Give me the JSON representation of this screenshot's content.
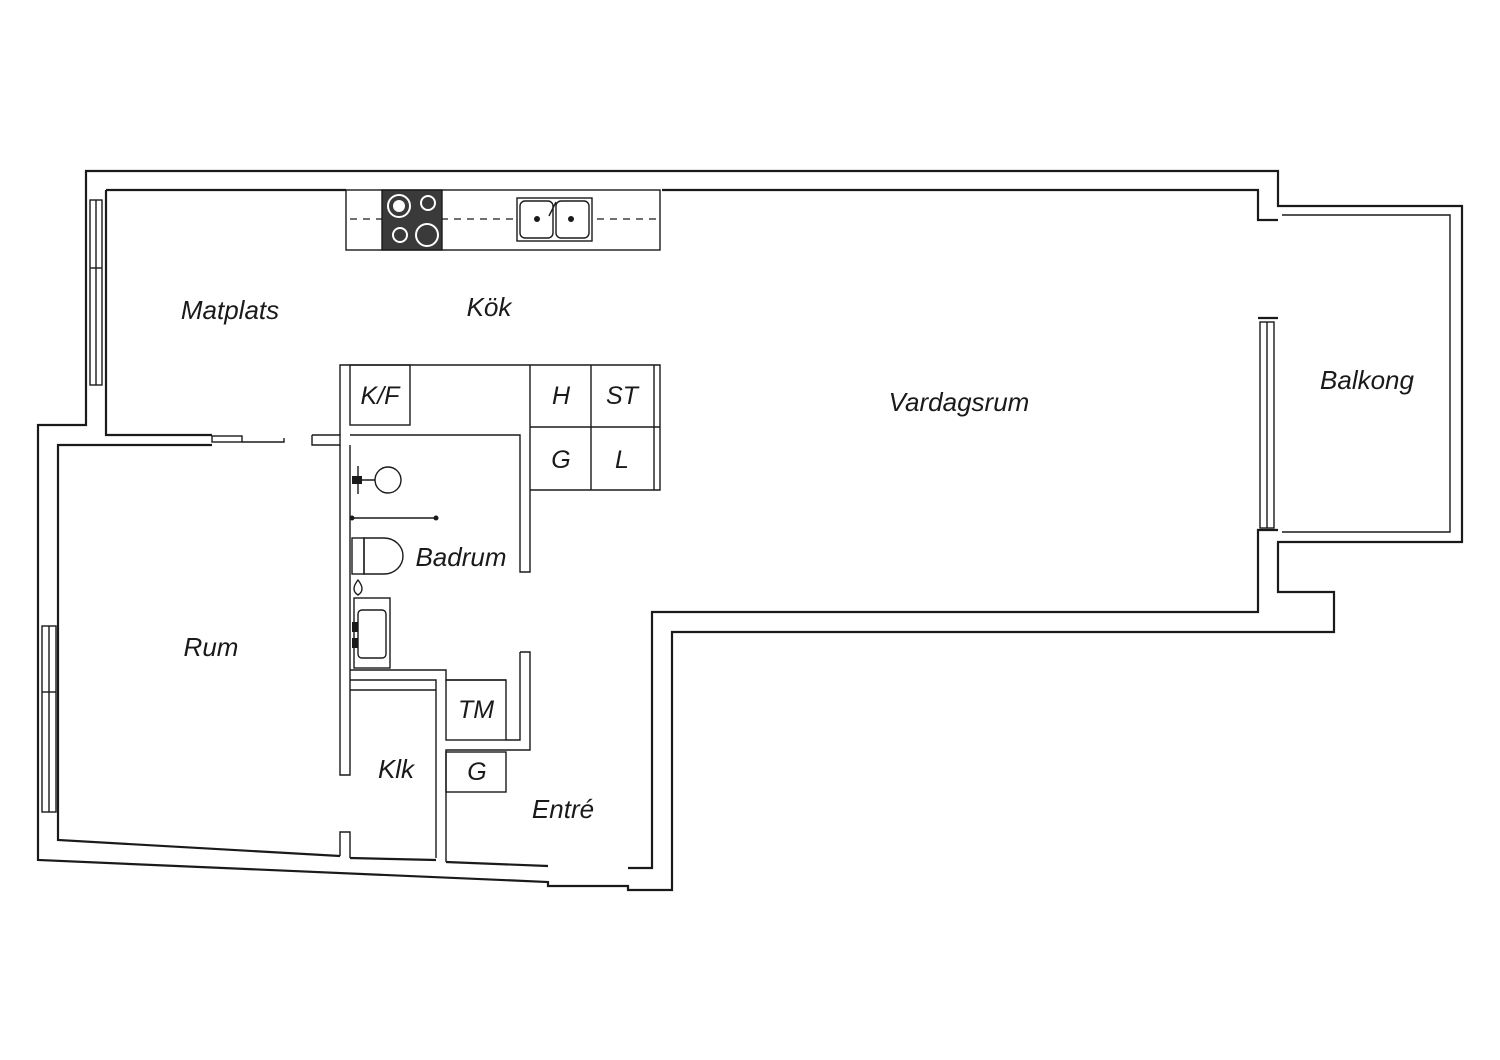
{
  "rooms": {
    "matplats": "Matplats",
    "kok": "Kök",
    "vardagsrum": "Vardagsrum",
    "balkong": "Balkong",
    "badrum": "Badrum",
    "rum": "Rum",
    "klk": "Klk",
    "entre": "Entré"
  },
  "fixtures": {
    "kf": "K/F",
    "h": "H",
    "st": "ST",
    "g_kitchen": "G",
    "l": "L",
    "tm": "TM",
    "g_hall": "G"
  },
  "colors": {
    "line": "#1a1a1a",
    "stove": "#3a3a3a",
    "background": "#ffffff"
  }
}
